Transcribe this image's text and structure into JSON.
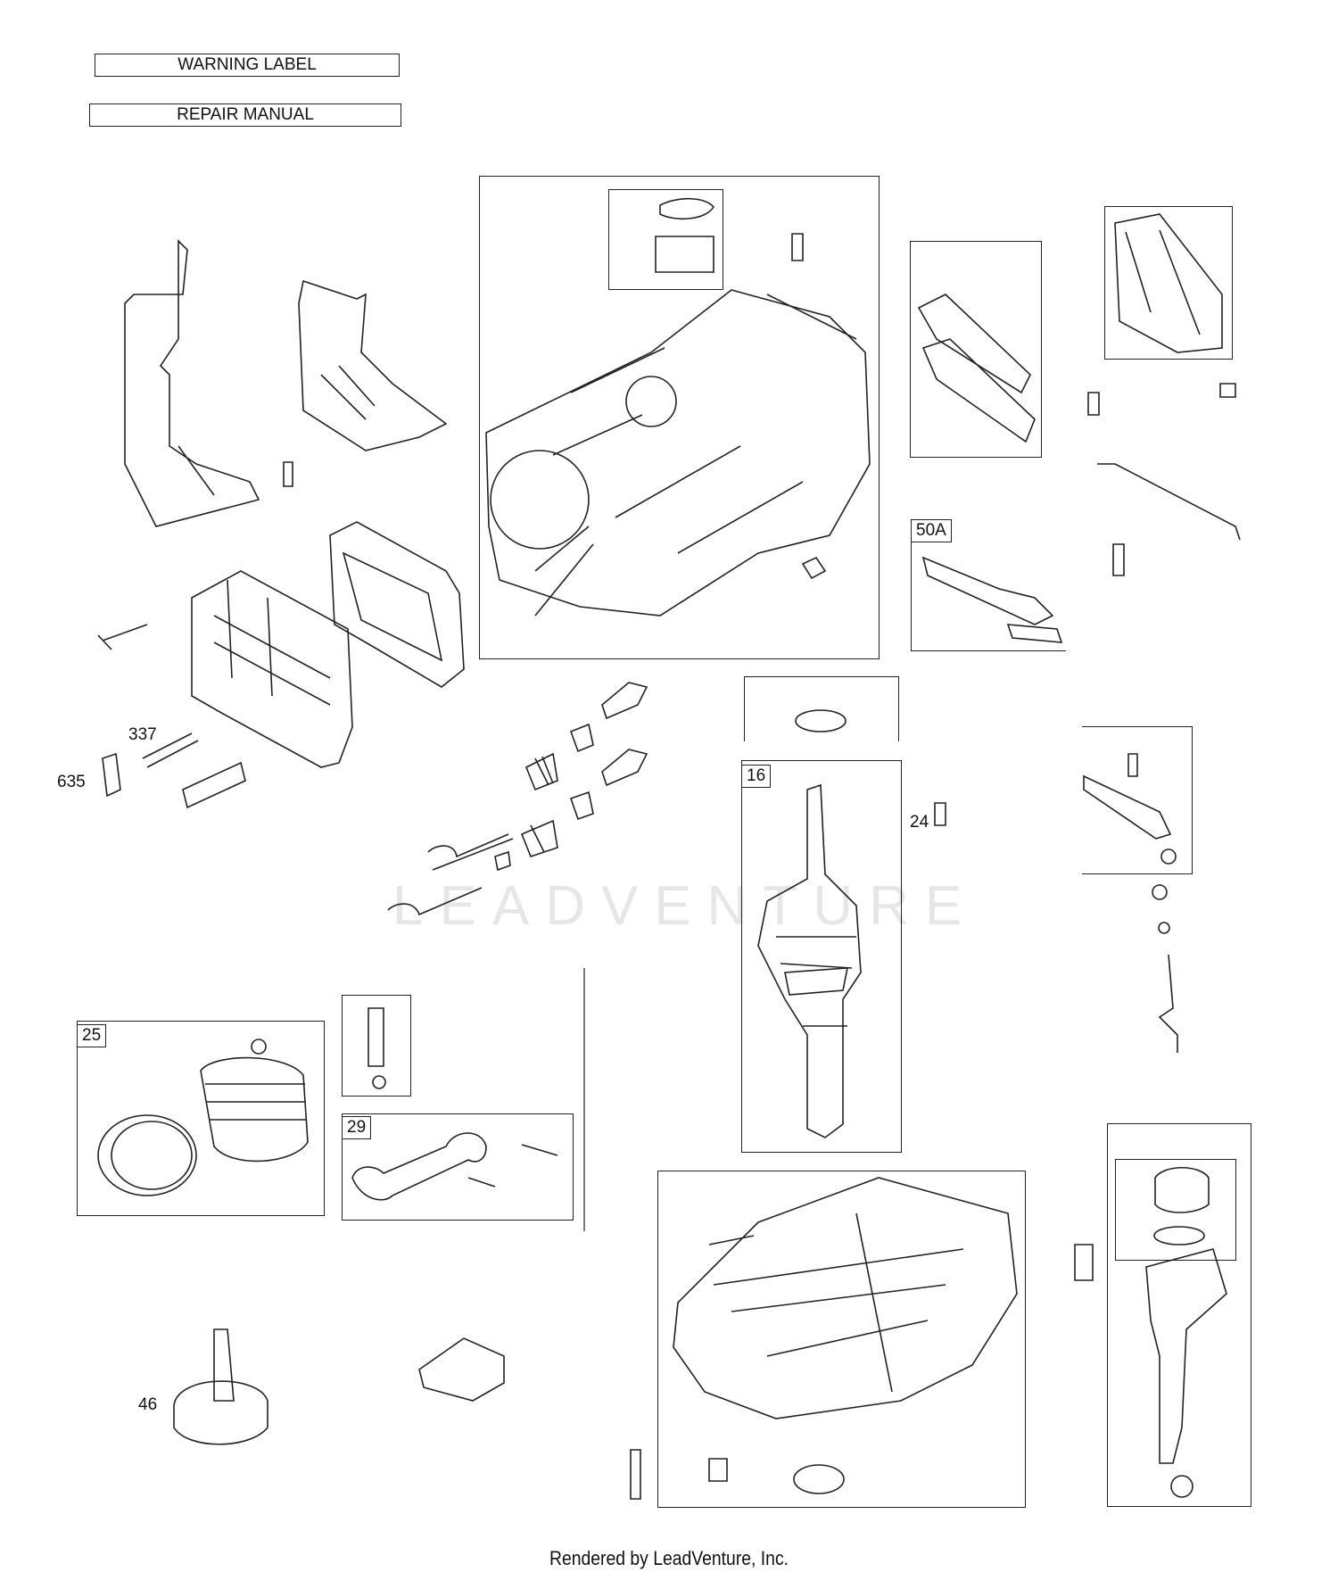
{
  "labels": {
    "warning_label": "WARNING LABEL",
    "repair_manual": "REPAIR MANUAL"
  },
  "callouts": {
    "c635": "635",
    "c337": "337",
    "c24": "24",
    "c46": "46"
  },
  "boxed_callouts": {
    "c50a": "50A",
    "c16": "16",
    "c25": "25",
    "c29": "29"
  },
  "watermark": "LEADVENTURE",
  "footer": "Rendered by LeadVenture, Inc."
}
